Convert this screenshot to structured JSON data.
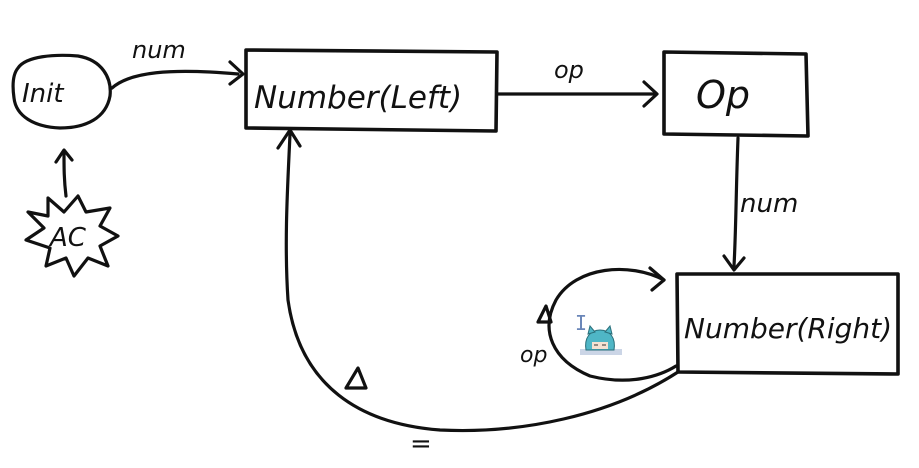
{
  "states": {
    "init": "Init",
    "number_left": "Number(Left)",
    "op": "Op",
    "number_right": "Number(Right)"
  },
  "start_marker": "AC",
  "transitions": {
    "init_to_left": "num",
    "left_to_op": "op",
    "op_to_right": "num",
    "right_self_loop": "op",
    "right_to_left": "="
  },
  "text_cursor": "I"
}
